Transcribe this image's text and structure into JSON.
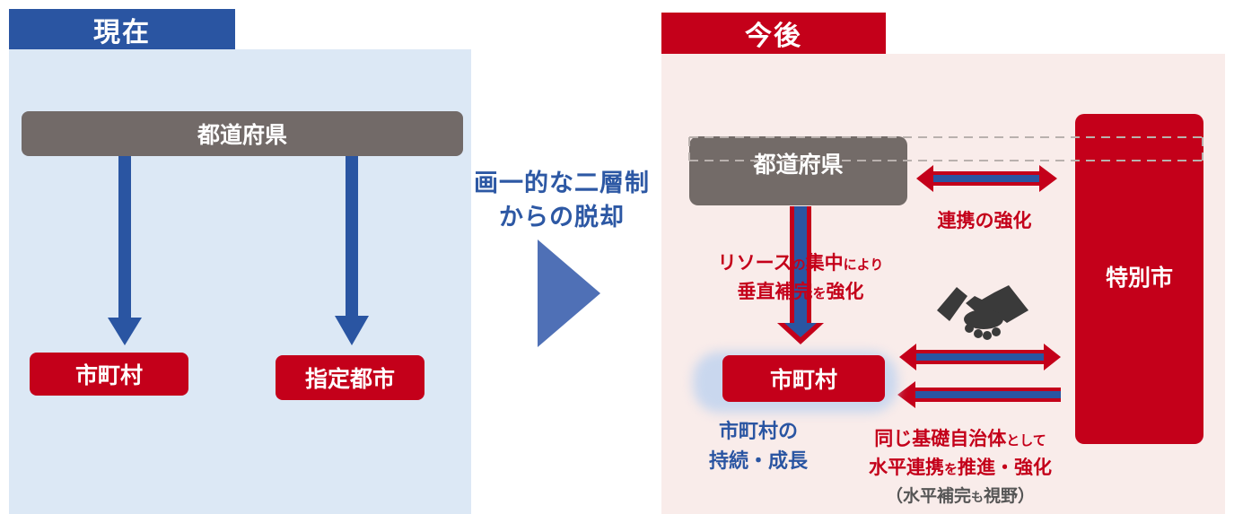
{
  "left": {
    "tab_label": "現在",
    "prefecture": "都道府県",
    "municipality": "市町村",
    "designated_city": "指定都市"
  },
  "middle": {
    "title_line1": "画一的な二層制",
    "title_line2": "からの脱却"
  },
  "right": {
    "tab_label": "今後",
    "prefecture": "都道府県",
    "special_city": "特別市",
    "municipality": "市町村",
    "cooperation": "連携の強化",
    "resource": {
      "part1": "リソース",
      "part2": "の",
      "part3": "集中",
      "part4": "により",
      "line2_part1": "垂直補完",
      "line2_part2": "を",
      "line2_part3": "強化"
    },
    "sustain": {
      "line1": "市町村の",
      "line2": "持続・成長"
    },
    "horizontal": {
      "line1_a": "同じ基礎自治体",
      "line1_b": "として",
      "line2_a": "水平連携",
      "line2_b": "を",
      "line2_c": "推進・強化",
      "line3_a": "（水平補完",
      "line3_b": "も",
      "line3_c": "視野）"
    },
    "handshake_icon": "handshake-icon"
  },
  "colors": {
    "blue": "#2a55a2",
    "red": "#c4001a",
    "gray": "#726a68",
    "left_bg": "#dce8f5",
    "right_bg": "#f9ecea"
  }
}
